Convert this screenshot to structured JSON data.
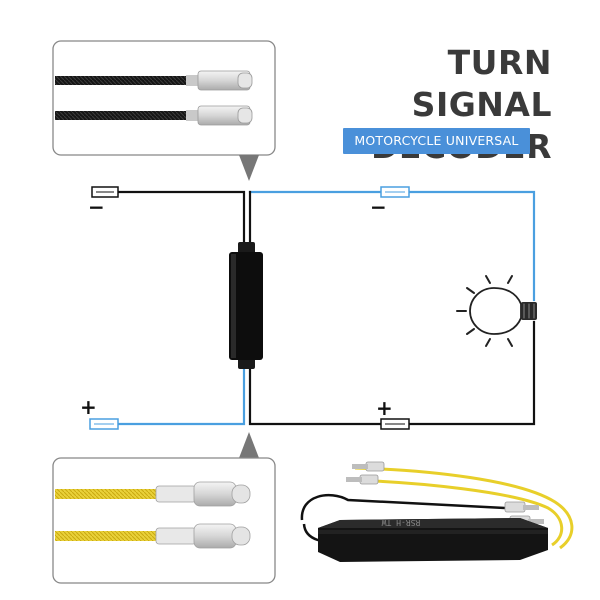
{
  "header": {
    "title_line1": "TURN SIGNAL",
    "title_line2": "DECODER",
    "subtitle": "MOTORCYCLE UNIVERSAL"
  },
  "circuit": {
    "minus_left": "−",
    "minus_right": "−",
    "plus_left": "+",
    "plus_right": "+"
  },
  "product": {
    "module_text": "RSR-H  TW"
  },
  "icons": [
    "light-bulb-icon"
  ],
  "colors": {
    "wire_black": "#111111",
    "wire_blue": "#4a9fe0",
    "wire_yellow": "#e8cf2a",
    "badge_blue": "#4a90d9",
    "title_gray": "#3a3a3a"
  }
}
